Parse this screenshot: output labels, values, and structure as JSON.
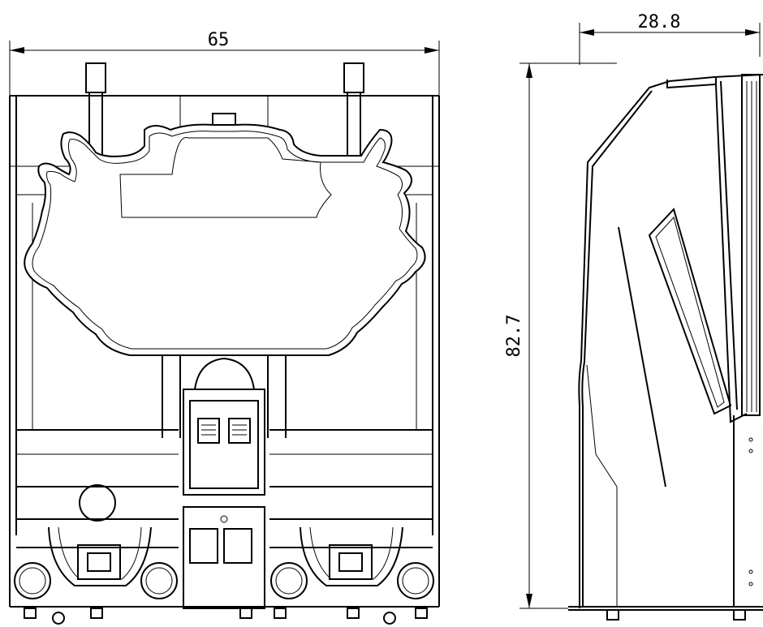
{
  "dimensions": {
    "front_width": "65",
    "side_depth": "28.8",
    "height": "82.7"
  }
}
